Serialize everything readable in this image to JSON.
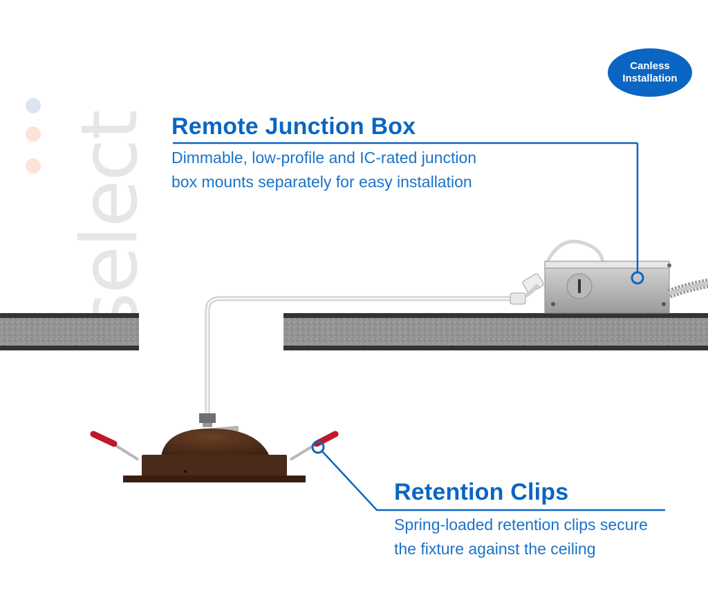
{
  "brand": {
    "wordmark": "select"
  },
  "badge": {
    "line1": "Canless",
    "line2": "Installation"
  },
  "callouts": {
    "junction_box": {
      "title": "Remote Junction Box",
      "lines": [
        "Dimmable, low-profile and IC-rated junction",
        "box mounts separately for easy installation"
      ]
    },
    "retention_clips": {
      "title": "Retention Clips",
      "lines": [
        "Spring-loaded retention clips secure",
        "the fixture against the ceiling"
      ]
    }
  },
  "colors": {
    "accent": "#0a66c2",
    "text_blue": "#1a73c8",
    "fixture_bronze": "#4a2a18",
    "clip_red": "#c0182a",
    "ceiling_gray": "#8f8f8f"
  }
}
